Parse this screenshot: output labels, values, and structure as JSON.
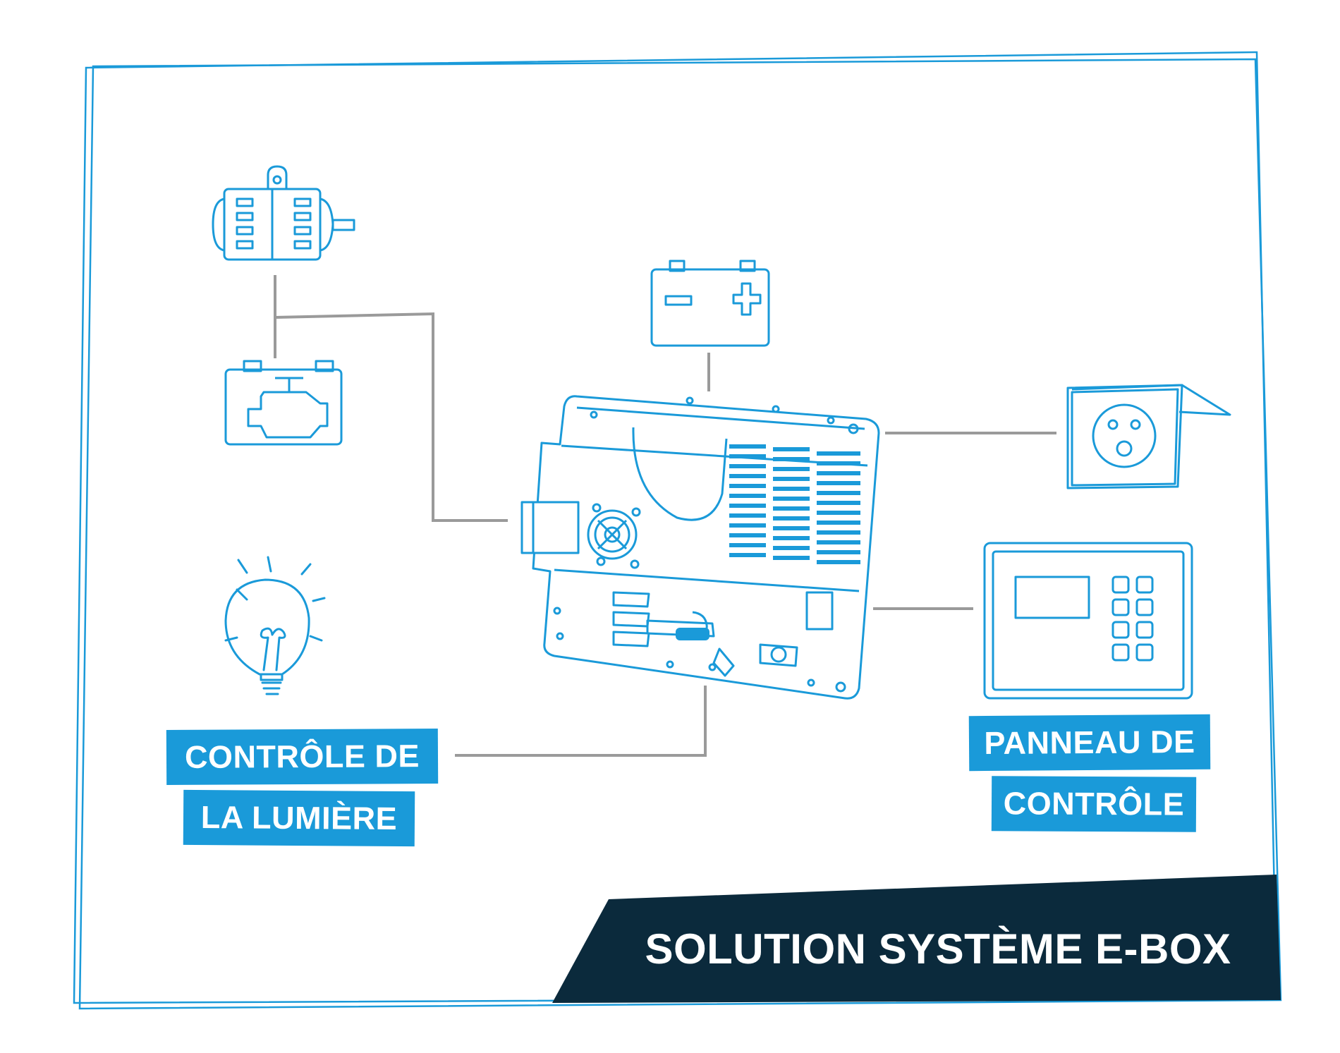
{
  "labels": {
    "light_control_line1": "CONTRÔLE DE",
    "light_control_line2": "LA LUMIÈRE",
    "control_panel_line1": "PANNEAU DE",
    "control_panel_line2": "CONTRÔLE"
  },
  "footer": {
    "title": "SOLUTION SYSTÈME E-BOX"
  },
  "icons": [
    "alternator-icon",
    "engine-icon",
    "battery-icon",
    "e-box-unit-icon",
    "power-socket-icon",
    "control-panel-icon",
    "light-bulb-icon"
  ],
  "colors": {
    "accent_blue": "#1a9ad9",
    "line_blue": "#1a9ad9",
    "connector_gray": "#9a9a9a",
    "footer_navy": "#0b2a3c",
    "text_white": "#ffffff"
  }
}
